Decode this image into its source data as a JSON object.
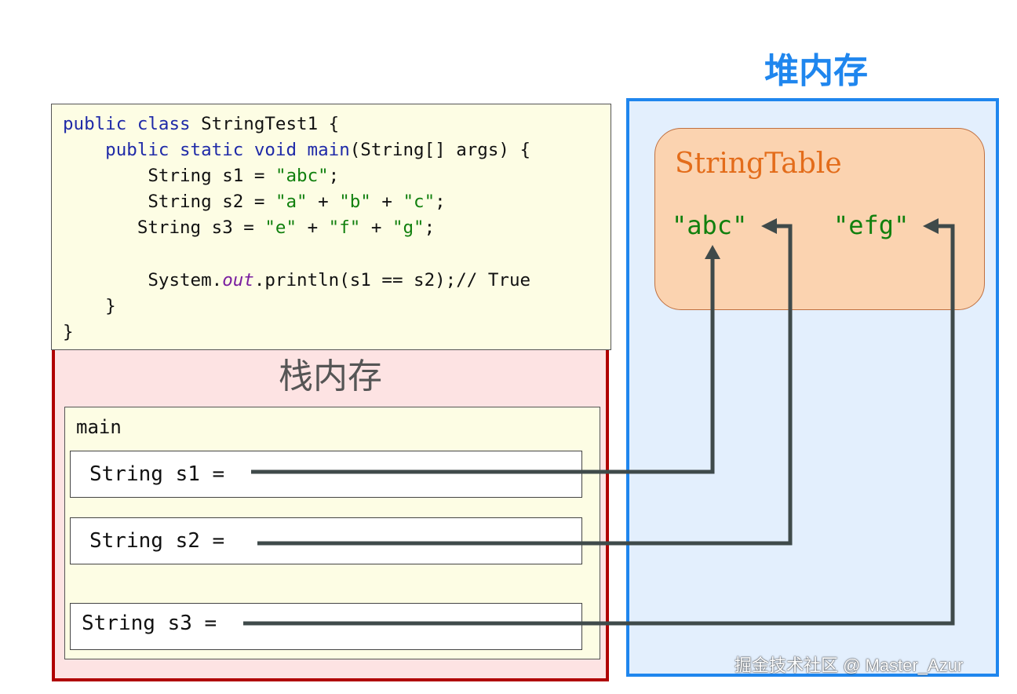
{
  "code": {
    "lines": [
      [
        {
          "t": "public class ",
          "c": "kw"
        },
        {
          "t": "StringTest1 {",
          "c": ""
        }
      ],
      [
        {
          "t": "    public static void main",
          "c": "kw"
        },
        {
          "t": "(String[] args) {",
          "c": ""
        }
      ],
      [
        {
          "t": "        String s1 = ",
          "c": ""
        },
        {
          "t": "\"abc\"",
          "c": "str"
        },
        {
          "t": ";",
          "c": ""
        }
      ],
      [
        {
          "t": "        String s2 = ",
          "c": ""
        },
        {
          "t": "\"a\"",
          "c": "str"
        },
        {
          "t": " + ",
          "c": ""
        },
        {
          "t": "\"b\"",
          "c": "str"
        },
        {
          "t": " + ",
          "c": ""
        },
        {
          "t": "\"c\"",
          "c": "str"
        },
        {
          "t": ";",
          "c": ""
        }
      ],
      [
        {
          "t": "       String s3 = ",
          "c": ""
        },
        {
          "t": "\"e\"",
          "c": "str"
        },
        {
          "t": " + ",
          "c": ""
        },
        {
          "t": "\"f\"",
          "c": "str"
        },
        {
          "t": " + ",
          "c": ""
        },
        {
          "t": "\"g\"",
          "c": "str"
        },
        {
          "t": ";",
          "c": ""
        }
      ],
      [],
      [
        {
          "t": "        System.",
          "c": ""
        },
        {
          "t": "out",
          "c": "fld"
        },
        {
          "t": ".println(s1 == s2);// True",
          "c": ""
        }
      ],
      [
        {
          "t": "    }",
          "c": ""
        }
      ],
      [
        {
          "t": "}",
          "c": ""
        }
      ]
    ]
  },
  "stack": {
    "title": "栈内存",
    "frame_label": "main",
    "vars": [
      {
        "label": "String s1 ="
      },
      {
        "label": "String s2 ="
      },
      {
        "label": "String s3 ="
      }
    ]
  },
  "heap": {
    "title": "堆内存",
    "string_table": {
      "label": "StringTable",
      "entries": [
        "\"abc\"",
        "\"efg\""
      ]
    }
  },
  "watermark": "掘金技术社区 @ Master_Azur",
  "colors": {
    "keyword": "#1f2aa8",
    "string_literal": "#11800e",
    "stack_border": "#b00000",
    "heap_border": "#1f86ee",
    "arrow": "#3f4a4a"
  }
}
